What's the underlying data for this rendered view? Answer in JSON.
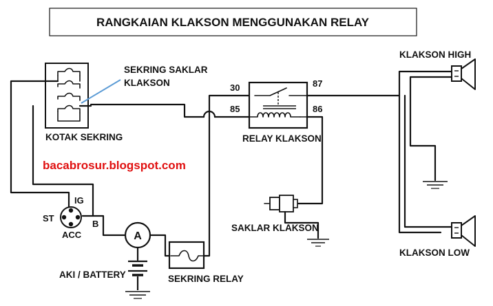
{
  "title": "RANGKAIAN KLAKSON MENGGUNAKAN RELAY",
  "watermark": "bacabrosur.blogspot.com",
  "labels": {
    "fuse_switch_line1": "SEKRING SAKLAR",
    "fuse_switch_line2": "KLAKSON",
    "fuse_box": "KOTAK SEKRING",
    "ig": "IG",
    "st": "ST",
    "b": "B",
    "acc": "ACC",
    "ammeter": "A",
    "battery": "AKI / BATTERY",
    "relay_fuse": "SEKRING RELAY",
    "pin30": "30",
    "pin85": "85",
    "pin87": "87",
    "pin86": "86",
    "relay": "RELAY KLAKSON",
    "horn_switch": "SAKLAR KLAKSON",
    "horn_high": "KLAKSON HIGH",
    "horn_low": "KLAKSON LOW"
  },
  "colors": {
    "line": "#111111",
    "watermark": "#e01010",
    "pointer": "#5b9bd5"
  }
}
